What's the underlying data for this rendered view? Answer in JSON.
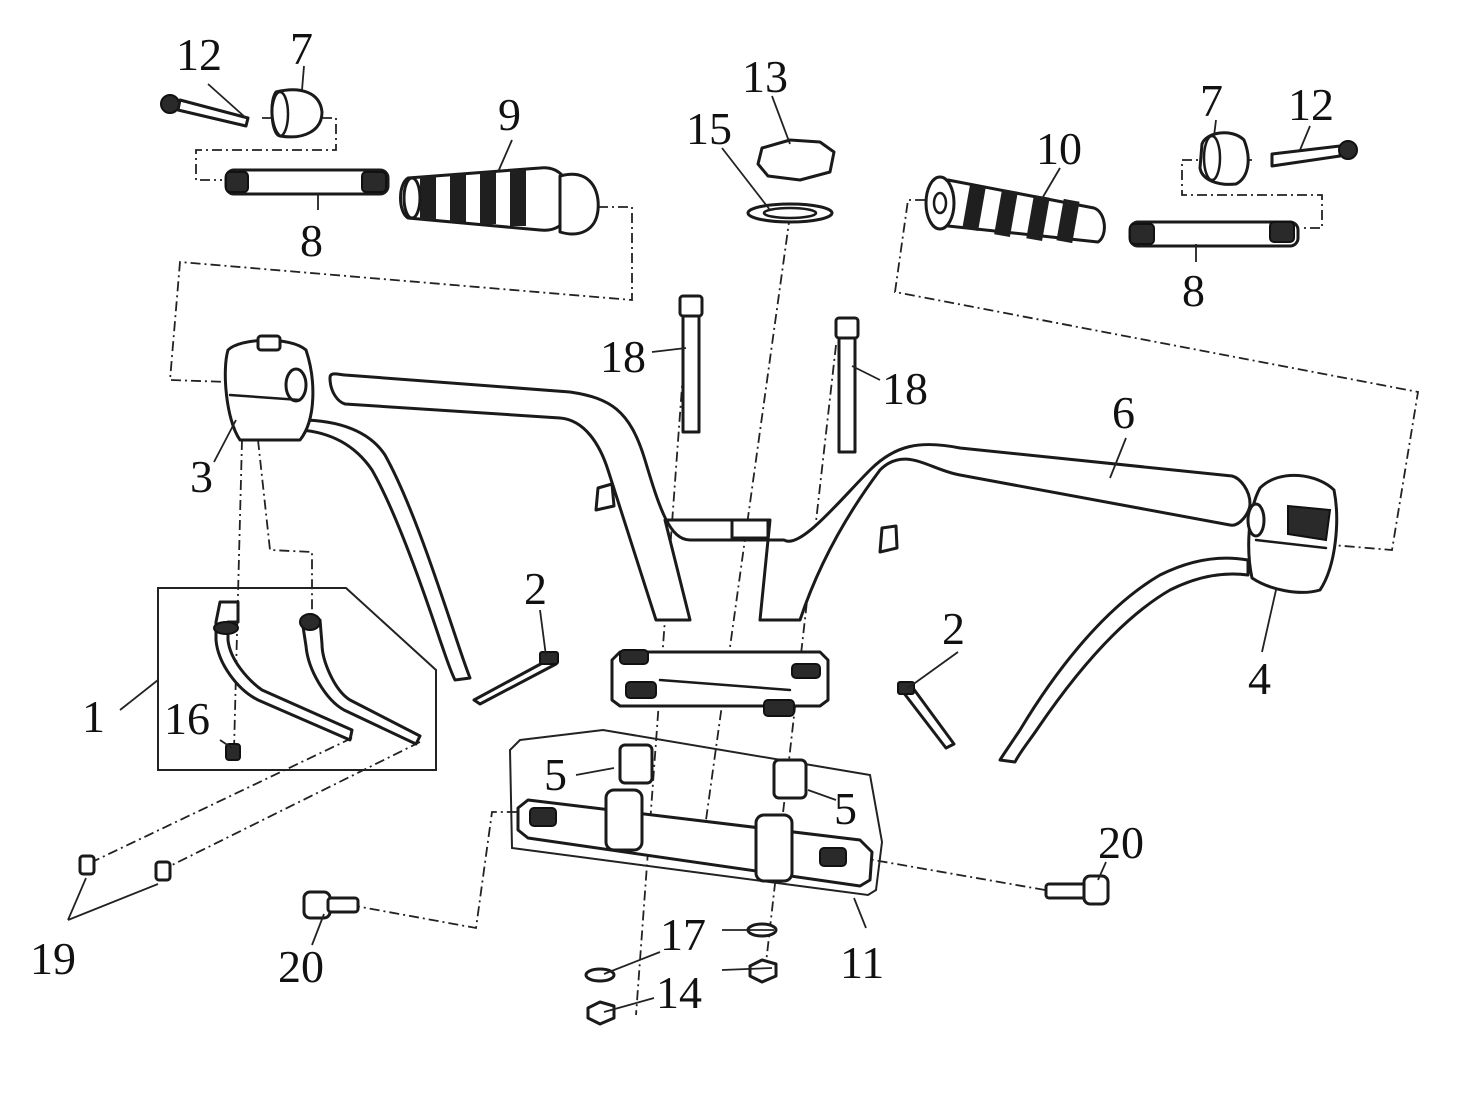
{
  "callouts": {
    "n1": "1",
    "n2a": "2",
    "n2b": "2",
    "n3": "3",
    "n4": "4",
    "n5a": "5",
    "n5b": "5",
    "n6": "6",
    "n7a": "7",
    "n7b": "7",
    "n8a": "8",
    "n8b": "8",
    "n9": "9",
    "n10": "10",
    "n11": "11",
    "n12a": "12",
    "n12b": "12",
    "n13": "13",
    "n14": "14",
    "n15": "15",
    "n16": "16",
    "n17": "17",
    "n18a": "18",
    "n18b": "18",
    "n19": "19",
    "n20a": "20",
    "n20b": "20"
  },
  "colors": {
    "ink": "#1a1a1a",
    "paper": "#ffffff"
  }
}
